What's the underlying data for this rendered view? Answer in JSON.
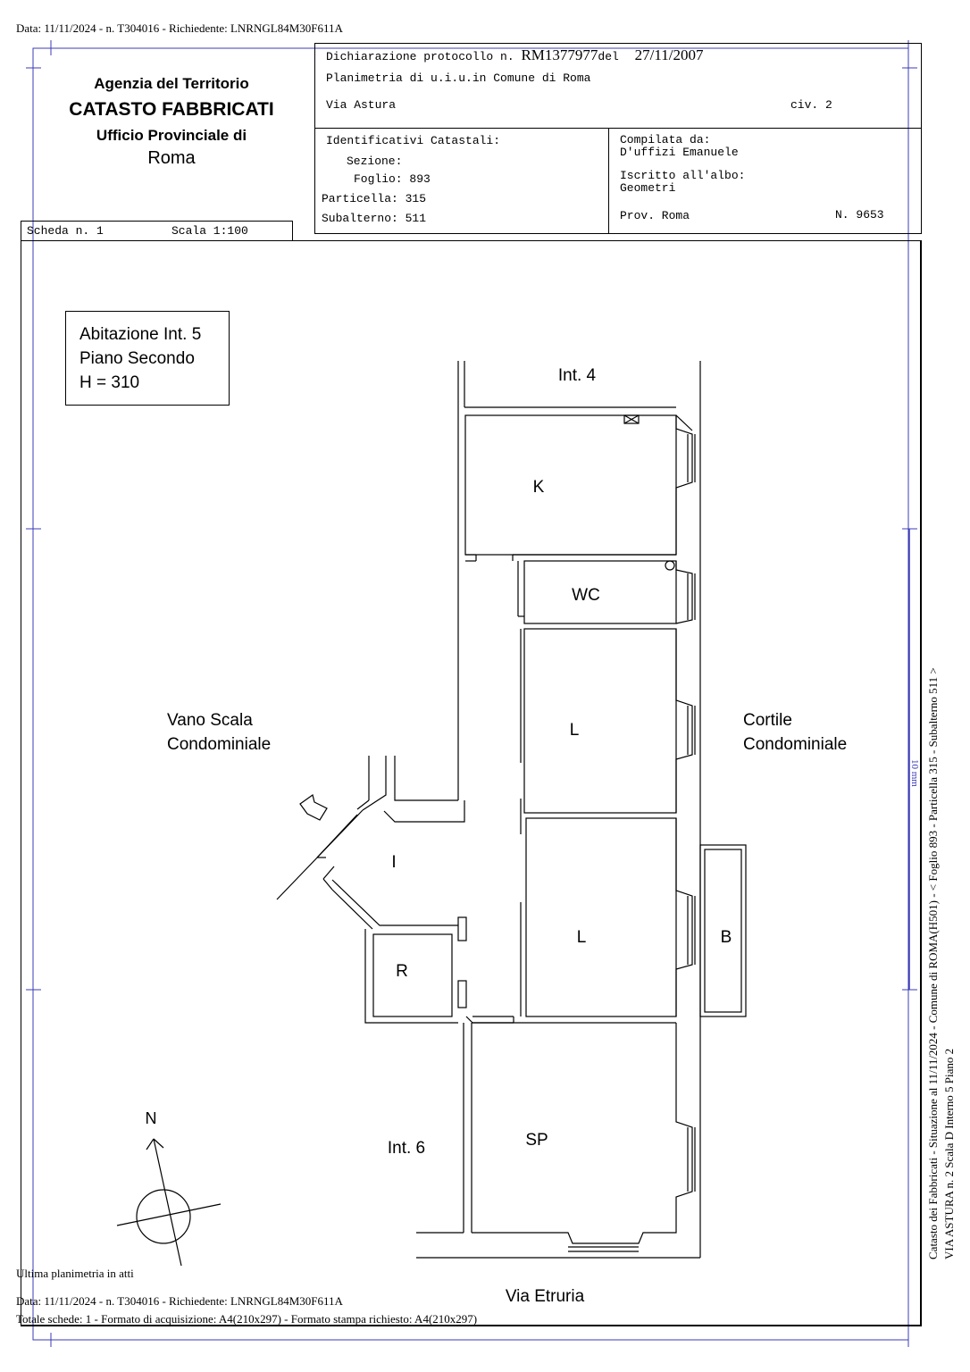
{
  "header": {
    "top_line": "Data: 11/11/2024 - n. T304016 - Richiedente: LNRNGL84M30F611A"
  },
  "agency": {
    "line1": "Agenzia del Territorio",
    "line2": "CATASTO FABBRICATI",
    "line3": "Ufficio Provinciale di",
    "line4": "Roma"
  },
  "scheda": {
    "label": "Scheda n. 1",
    "scale": "Scala 1:100"
  },
  "declaration": {
    "prefix": "Dichiarazione protocollo n.",
    "number": "RM1377977",
    "del": "del",
    "date": "27/11/2007",
    "planimetria": "Planimetria di u.i.u.in Comune di Roma",
    "via": "Via Astura",
    "civ": "civ. 2"
  },
  "identificativi": {
    "title": "Identificativi Catastali:",
    "sezione": "Sezione:",
    "foglio": "Foglio: 893",
    "particella": "Particella: 315",
    "subalterno": "Subalterno: 511"
  },
  "compilata": {
    "label": "Compilata da:",
    "name": "D'uffizi Emanuele",
    "iscritto": "Iscritto all'albo:",
    "albo": "Geometri",
    "prov": "Prov. Roma",
    "num": "N.  9653"
  },
  "plan": {
    "info_box": [
      "Abitazione Int. 5",
      "Piano Secondo",
      "H = 310"
    ],
    "int4": "Int. 4",
    "int6": "Int. 6",
    "room_k": "K",
    "room_wc": "WC",
    "room_l1": "L",
    "room_l2": "L",
    "room_i": "I",
    "room_r": "R",
    "room_b": "B",
    "room_sp": "SP",
    "vano_scala": [
      "Vano Scala",
      "Condominiale"
    ],
    "cortile": [
      "Cortile",
      "Condominiale"
    ],
    "via_etruria": "Via Etruria",
    "north": "N"
  },
  "side": {
    "stamp": "10 mm",
    "line1": "Catasto dei Fabbricati - Situazione al 11/11/2024 - Comune di ROMA(H501) - < Foglio 893 - Particella  315 - Subalterno 511 >",
    "line2": "VIA ASTURA n. 2  Scala D Interno 5 Piano 2"
  },
  "footer": {
    "ultima": "Ultima planimetria in atti",
    "data_line": "Data: 11/11/2024 - n. T304016 - Richiedente: LNRNGL84M30F611A",
    "totale": "Totale schede: 1 - Formato di acquisizione: A4(210x297)  - Formato stampa richiesto: A4(210x297)"
  },
  "colors": {
    "frame_blue": "#3b3bb8",
    "ink": "#000000"
  }
}
